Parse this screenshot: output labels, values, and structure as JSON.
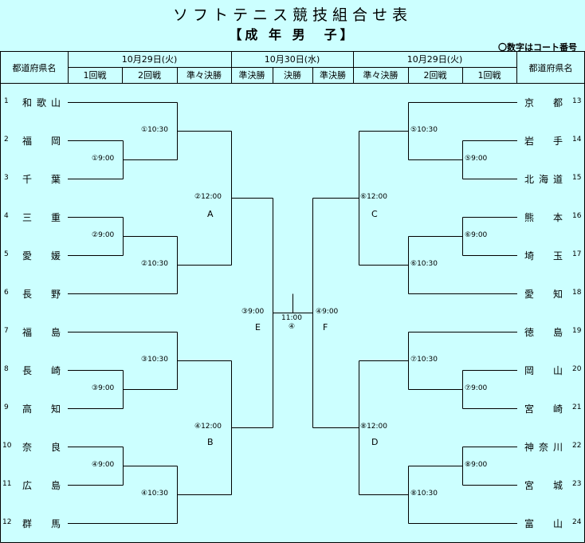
{
  "title": "ソフトテニス競技組合せ表",
  "subtitle": "【成 年 男　子】",
  "note": "〇数字はコート番号",
  "header": {
    "left_pref": "都道府県名",
    "right_pref": "都道府県名",
    "date_left": "10月29日(火)",
    "date_center": "10月30日(水)",
    "date_right": "10月29日(火)",
    "rounds_left": [
      "1回戦",
      "2回戦",
      "準々決勝"
    ],
    "rounds_center": [
      "準決勝",
      "決勝",
      "準決勝"
    ],
    "rounds_right": [
      "準々決勝",
      "2回戦",
      "1回戦"
    ]
  },
  "teams_left": [
    {
      "seed": "1",
      "name": "和歌山"
    },
    {
      "seed": "2",
      "name": "福岡"
    },
    {
      "seed": "3",
      "name": "千葉"
    },
    {
      "seed": "4",
      "name": "三重"
    },
    {
      "seed": "5",
      "name": "愛媛"
    },
    {
      "seed": "6",
      "name": "長野"
    },
    {
      "seed": "7",
      "name": "福島"
    },
    {
      "seed": "8",
      "name": "長崎"
    },
    {
      "seed": "9",
      "name": "高知"
    },
    {
      "seed": "10",
      "name": "奈良"
    },
    {
      "seed": "11",
      "name": "広島"
    },
    {
      "seed": "12",
      "name": "群馬"
    }
  ],
  "teams_right": [
    {
      "seed": "13",
      "name": "京都"
    },
    {
      "seed": "14",
      "name": "岩手"
    },
    {
      "seed": "15",
      "name": "北海道"
    },
    {
      "seed": "16",
      "name": "熊本"
    },
    {
      "seed": "17",
      "name": "埼玉"
    },
    {
      "seed": "18",
      "name": "愛知"
    },
    {
      "seed": "19",
      "name": "徳島"
    },
    {
      "seed": "20",
      "name": "岡山"
    },
    {
      "seed": "21",
      "name": "宮崎"
    },
    {
      "seed": "22",
      "name": "神奈川"
    },
    {
      "seed": "23",
      "name": "宮城"
    },
    {
      "seed": "24",
      "name": "富山"
    }
  ],
  "matches": {
    "l_r1_a": "①9:00",
    "l_r2_a": "①10:30",
    "l_r1_b": "②9:00",
    "l_r2_b": "②10:30",
    "l_qf_a": "②12:00",
    "l_qf_a_letter": "A",
    "l_r2_c": "③10:30",
    "l_r1_c": "③9:00",
    "l_r1_d": "④9:00",
    "l_r2_d": "④10:30",
    "l_qf_b": "④12:00",
    "l_qf_b_letter": "B",
    "l_sf": "③9:00",
    "l_sf_letter": "E",
    "final_time": "11:00",
    "final_court": "④",
    "r_sf": "④9:00",
    "r_sf_letter": "F",
    "r_r2_a": "⑤10:30",
    "r_r1_a": "⑤9:00",
    "r_qf_a": "⑥12:00",
    "r_qf_a_letter": "C",
    "r_r1_b": "⑥9:00",
    "r_r2_b": "⑥10:30",
    "r_r2_c": "⑦10:30",
    "r_r1_c": "⑦9:00",
    "r_qf_b": "⑧12:00",
    "r_qf_b_letter": "D",
    "r_r1_d": "⑧9:00",
    "r_r2_d": "⑧10:30"
  }
}
